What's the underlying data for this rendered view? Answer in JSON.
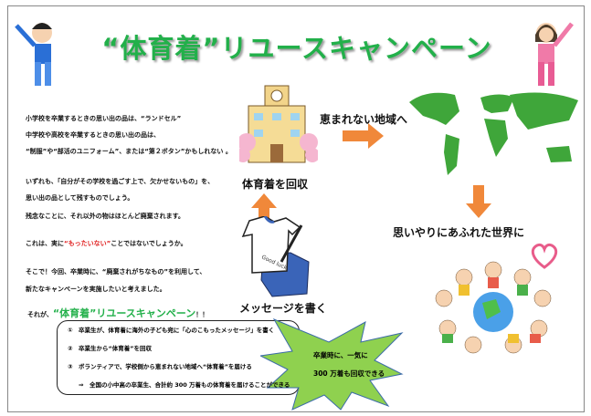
{
  "title": "“体育着”リユースキャンペーン",
  "intro": [
    "小学校を卒業するときの思い出の品は、“ランドセル”",
    "中学校や高校を卒業するときの思い出の品は、",
    "“制服”や“部活のユニフォーム”、または“第２ボタン”かもしれない 。",
    "いずれも、「自分がその学校を過ごす上で、欠かせないもの」を、",
    "思い出の品として残すものでしょう。",
    "残念なことに、それ以外の物はほとんど廃棄されます。"
  ],
  "mottainai": {
    "pre": "これは、実に",
    "red": "“もったいない”",
    "post": "ことではないでしょうか。"
  },
  "proposal": [
    "そこで！今回、卒業時に、“廃棄されがちなもの”を利用して、",
    "新たなキャンペーンを実施したいと考えました。"
  ],
  "conclusion": {
    "pre": "それが、",
    "green": "“体育着”リユースキャンペーン",
    "post": "！！"
  },
  "steps": [
    "①　卒業生が、体育着に海外の子ども宛に「心のこもったメッセージ」を書く",
    "②　卒業生から“体育着”を回収",
    "③　ボランティアで、学校側から恵まれない地域へ“体育着”を届ける",
    "⇒　全国の小中高の卒業生、合計約 300 万着もの体育着を届けることができる"
  ],
  "burst": [
    "卒業時に、一気に",
    "300 万着も回収できる"
  ],
  "flow": {
    "send": "恵まれない地域へ",
    "collect": "体育着を回収",
    "world": "思いやりにあふれた世界に",
    "write": "メッセージを書く",
    "shirt_text": "Good luck"
  },
  "colors": {
    "title": "#22b04a",
    "arrow": "#f0883a",
    "burst": "#8fd14f"
  }
}
